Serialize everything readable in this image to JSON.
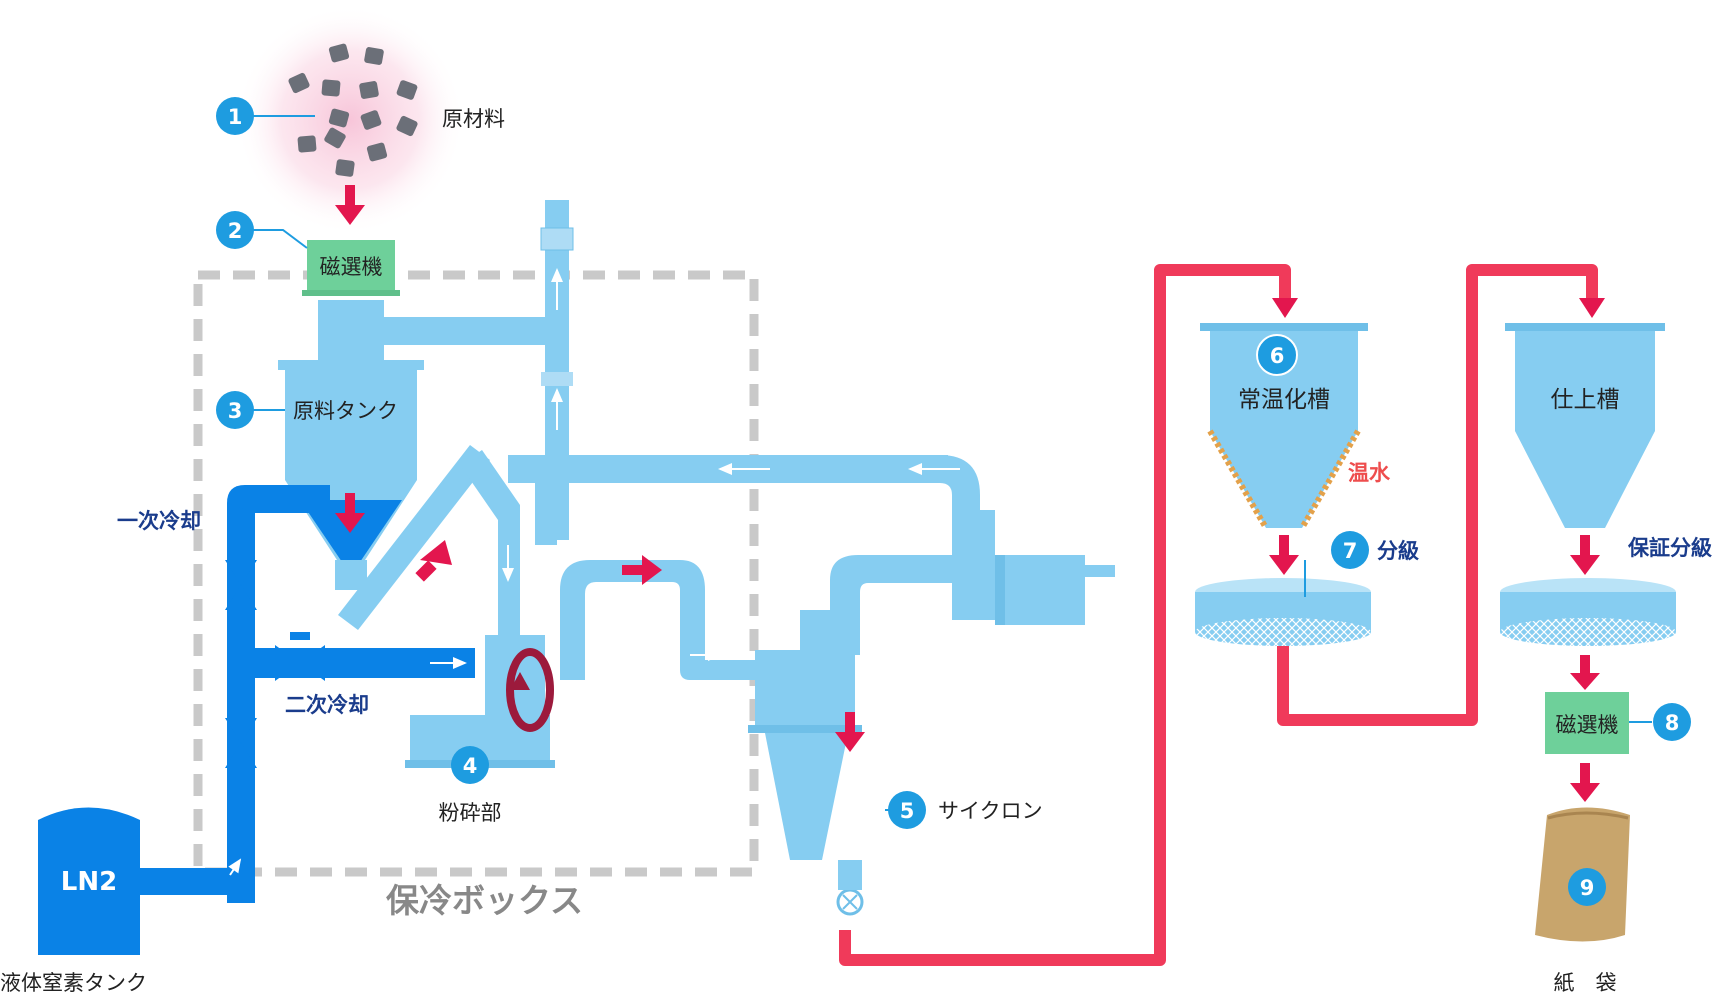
{
  "labels": {
    "raw_material": "原材料",
    "magnet_top": "磁選機",
    "raw_tank": "原料タンク",
    "primary_cooling": "一次冷却",
    "secondary_cooling": "二次冷却",
    "grinder": "粉砕部",
    "cold_box": "保冷ボックス",
    "ln2": "LN2",
    "ln2_tank": "液体窒素タンク",
    "cyclone": "サイクロン",
    "normal_temp_tank": "常温化槽",
    "warm_water": "温水",
    "classify": "分級",
    "finish_tank": "仕上槽",
    "guaranteed_classify": "保証分級",
    "magnet_bottom": "磁選機",
    "paper_bag": "紙　袋"
  },
  "markers": {
    "m1": "1",
    "m2": "2",
    "m3": "3",
    "m4": "4",
    "m5": "5",
    "m6": "6",
    "m7": "7",
    "m8": "8",
    "m9": "9"
  },
  "colors": {
    "pipe_light": "#86cdf1",
    "pipe_dark": "#0a82e6",
    "hot_line": "#f03a5a",
    "arrow": "#e3164e",
    "marker": "#1e9ce0",
    "magnet_box": "#6ed09a",
    "navy_text": "#1a3c8c",
    "warm_text": "#ee4d4d",
    "box_dash": "#c9c9c9",
    "bag": "#c8a56c"
  }
}
